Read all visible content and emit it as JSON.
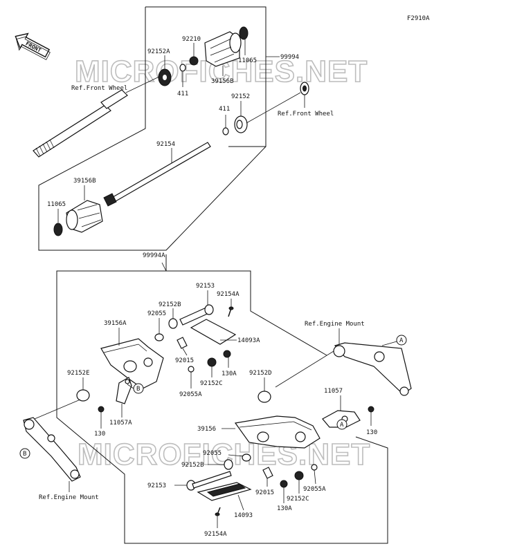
{
  "figure_code": "F2910A",
  "front_badge": "FRONT",
  "watermarks": [
    "MICROFICHES.NET",
    "MICROFICHES.NET"
  ],
  "references": {
    "front_wheel_1": "Ref.Front Wheel",
    "front_wheel_2": "Ref.Front Wheel",
    "engine_mount_1": "Ref.Engine Mount",
    "engine_mount_2": "Ref.Engine Mount"
  },
  "callouts": {
    "a": "A",
    "b": "B"
  },
  "upper_group": {
    "assembly": "99994",
    "parts": [
      "92210",
      "92152A",
      "11065",
      "39156B",
      "411",
      "92152",
      "411",
      "92154",
      "39156B",
      "11065"
    ]
  },
  "lower_group": {
    "assembly": "99994A",
    "parts": [
      "92153",
      "92154A",
      "92152B",
      "92055",
      "39156A",
      "14093A",
      "92015",
      "130A",
      "92152C",
      "92055A",
      "92152E",
      "11057A",
      "130",
      "92152D",
      "11057",
      "130",
      "39156",
      "92055",
      "92152B",
      "92153",
      "92015",
      "92055A",
      "92152C",
      "130A",
      "14093",
      "92154A"
    ]
  }
}
